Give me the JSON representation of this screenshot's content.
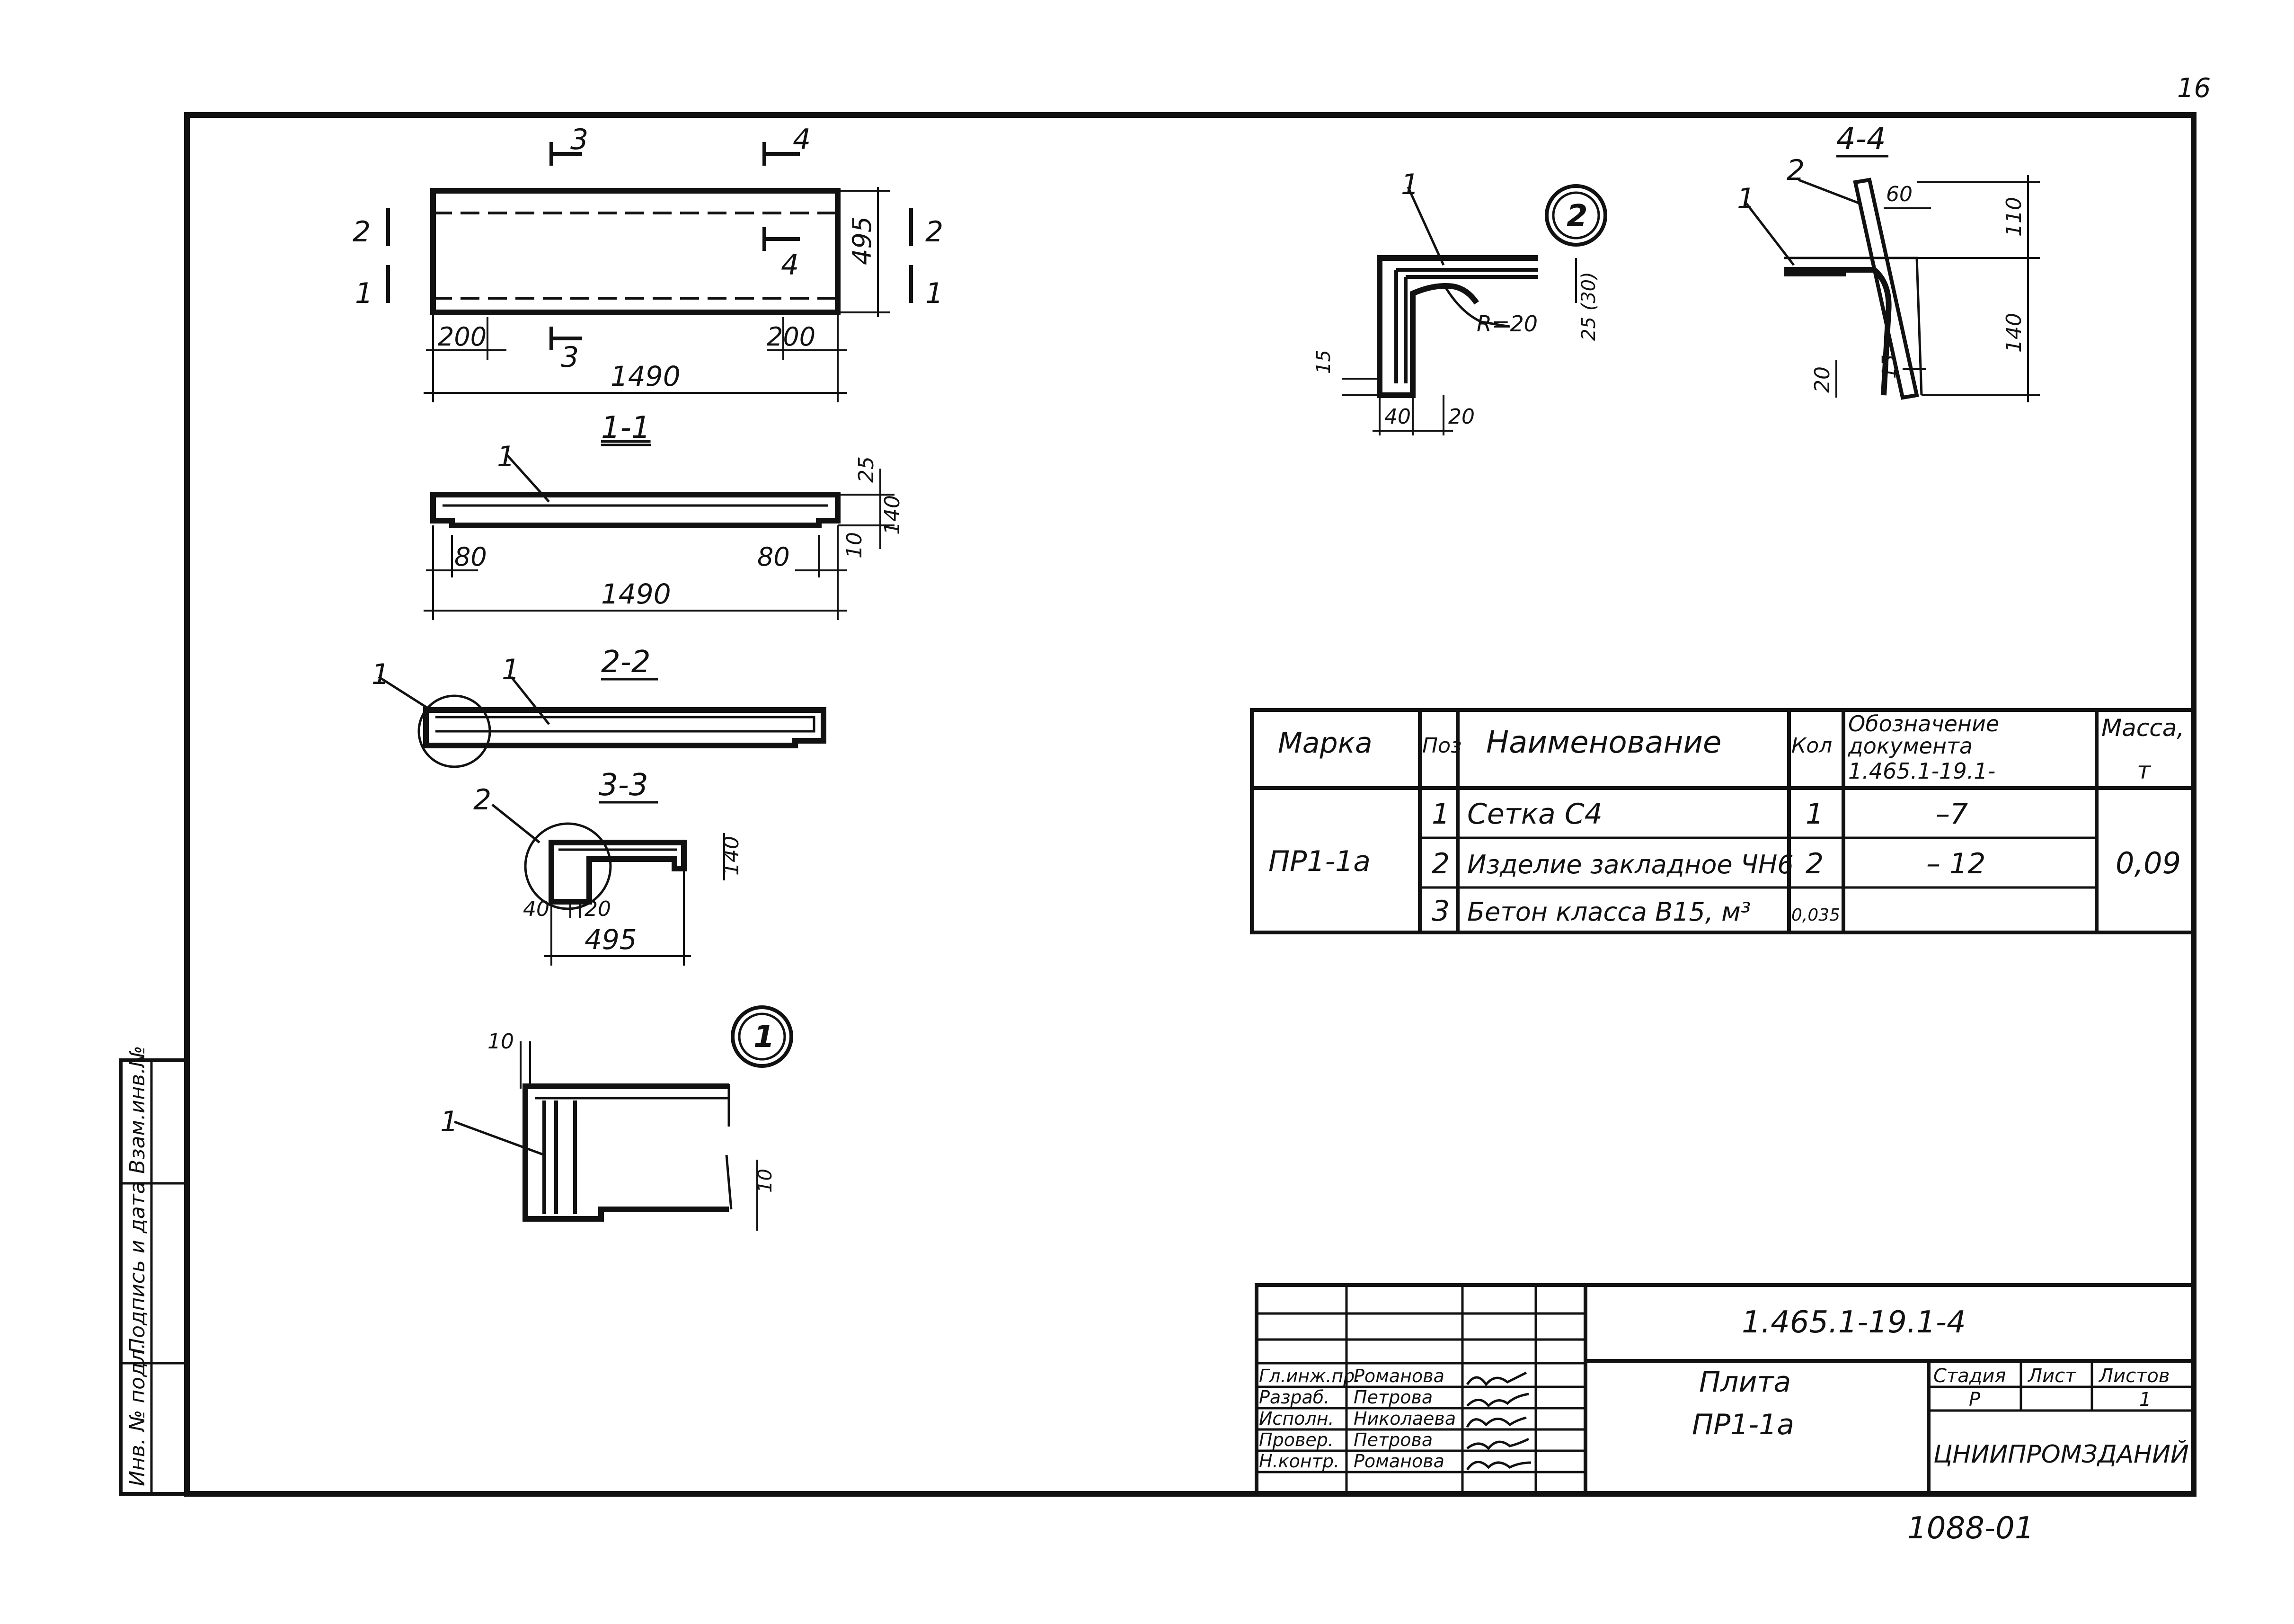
{
  "sheet": {
    "page_number": "16",
    "archive_number": "1088-01"
  },
  "left_stamp": {
    "inv_original": "Инв. № подл.",
    "signature_date": "Подпись и дата",
    "replace_inv": "Взам.инв.№"
  },
  "views": {
    "plan": {
      "section_3": "3",
      "section_4": "4",
      "section_2": "2",
      "section_1": "1",
      "dim_width": "495",
      "dim_length": "1490",
      "dim_end_left": "200",
      "dim_end_right": "200"
    },
    "section_1_1": {
      "title": "1-1",
      "pos": "1",
      "dim_length": "1490",
      "dim_end_left": "80",
      "dim_end_right": "80",
      "dim_top": "25",
      "dim_thk": "140",
      "dim_bot": "10"
    },
    "section_2_2": {
      "title": "2-2",
      "pos_a": "1",
      "pos_b": "1"
    },
    "section_3_3": {
      "title": "3-3",
      "pos": "2",
      "dim_a": "40",
      "dim_b": "20",
      "dim_width": "495",
      "dim_height": "140"
    },
    "node_1": {
      "label": "1",
      "pos": "1",
      "dim_top": "10",
      "dim_side": "10"
    },
    "node_2": {
      "label": "2",
      "pos": "1",
      "radius": "R=20",
      "dim_cover": "25 (30)",
      "dim_15": "15",
      "dim_40": "40",
      "dim_20": "20"
    },
    "section_4_4": {
      "title": "4-4",
      "pos_1": "1",
      "pos_2": "2",
      "dim_60": "60",
      "dim_110": "110",
      "dim_140": "140",
      "dim_20": "20",
      "dim_15": "15"
    }
  },
  "spec_table": {
    "headers": {
      "mark": "Марка",
      "pos": "Поз",
      "name": "Наименование",
      "qty": "Кол",
      "doc_line1": "Обозначение",
      "doc_line2": "документа",
      "doc_line3": "1.465.1-19.1-",
      "mass_line1": "Масса,",
      "mass_line2": "т"
    },
    "mark": "ПР1-1а",
    "mass": "0,09",
    "rows": [
      {
        "pos": "1",
        "name": "Сетка С4",
        "qty": "1",
        "doc": "–7"
      },
      {
        "pos": "2",
        "name": "Изделие закладное ЧН6",
        "qty": "2",
        "doc": "– 12"
      },
      {
        "pos": "3",
        "name": "Бетон класса В15, м³",
        "qty": "0,035",
        "doc": ""
      }
    ]
  },
  "title_block": {
    "code": "1.465.1-19.1-4",
    "title_line1": "Плита",
    "title_line2": "ПР1-1а",
    "org": "ЦНИИПРОМЗДАНИЙ",
    "stage_label": "Стадия",
    "sheet_label": "Лист",
    "sheets_label": "Листов",
    "stage": "Р",
    "sheets": "1",
    "people": [
      {
        "role": "Гл.инж.пр.",
        "name": "Романова"
      },
      {
        "role": "Разраб.",
        "name": "Петрова"
      },
      {
        "role": "Исполн.",
        "name": "Николаева"
      },
      {
        "role": "Провер.",
        "name": "Петрова"
      },
      {
        "role": "Н.контр.",
        "name": "Романова"
      }
    ]
  }
}
